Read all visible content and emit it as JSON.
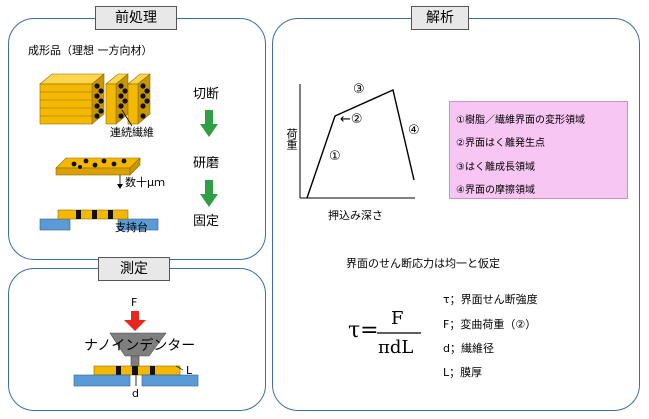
{
  "sections": {
    "pre": "前処理",
    "analysis": "解析",
    "measure": "測定"
  },
  "prep": {
    "sample_label": "成形品（理想 一方向材）",
    "fiber_label": "連続繊維",
    "thickness_label": "数十μｍ",
    "support_label": "支持台",
    "steps": [
      "切断",
      "研磨",
      "固定"
    ]
  },
  "measure": {
    "force": "F",
    "indenter": "ナノインデンター",
    "length": "L",
    "diameter": "d"
  },
  "graph": {
    "ylabel": "荷重",
    "xlabel": "押込み深さ",
    "markers": [
      "①",
      "←②",
      "③",
      "④"
    ]
  },
  "legend": [
    "①樹脂／繊維界面の変形領域",
    "②界面はく離発生点",
    "③はく離成長領域",
    "④界面の摩擦領域"
  ],
  "assumption": "界面のせん断応力は均一と仮定",
  "formula": {
    "lhs": "τ=",
    "numerator": "F",
    "denominator": "πdL"
  },
  "definitions": [
    "τ；界面せん断強度",
    "F；変曲荷重（②）",
    "d；繊維径",
    "L；膜厚"
  ],
  "colors": {
    "panel_border": "#3b6ea8",
    "fiber_block": "#f5b800",
    "arrow_green": "#2ea043",
    "support_blue": "#5b9bd5",
    "legend_bg": "#f7c6f3",
    "force_arrow": "#e8261e"
  }
}
